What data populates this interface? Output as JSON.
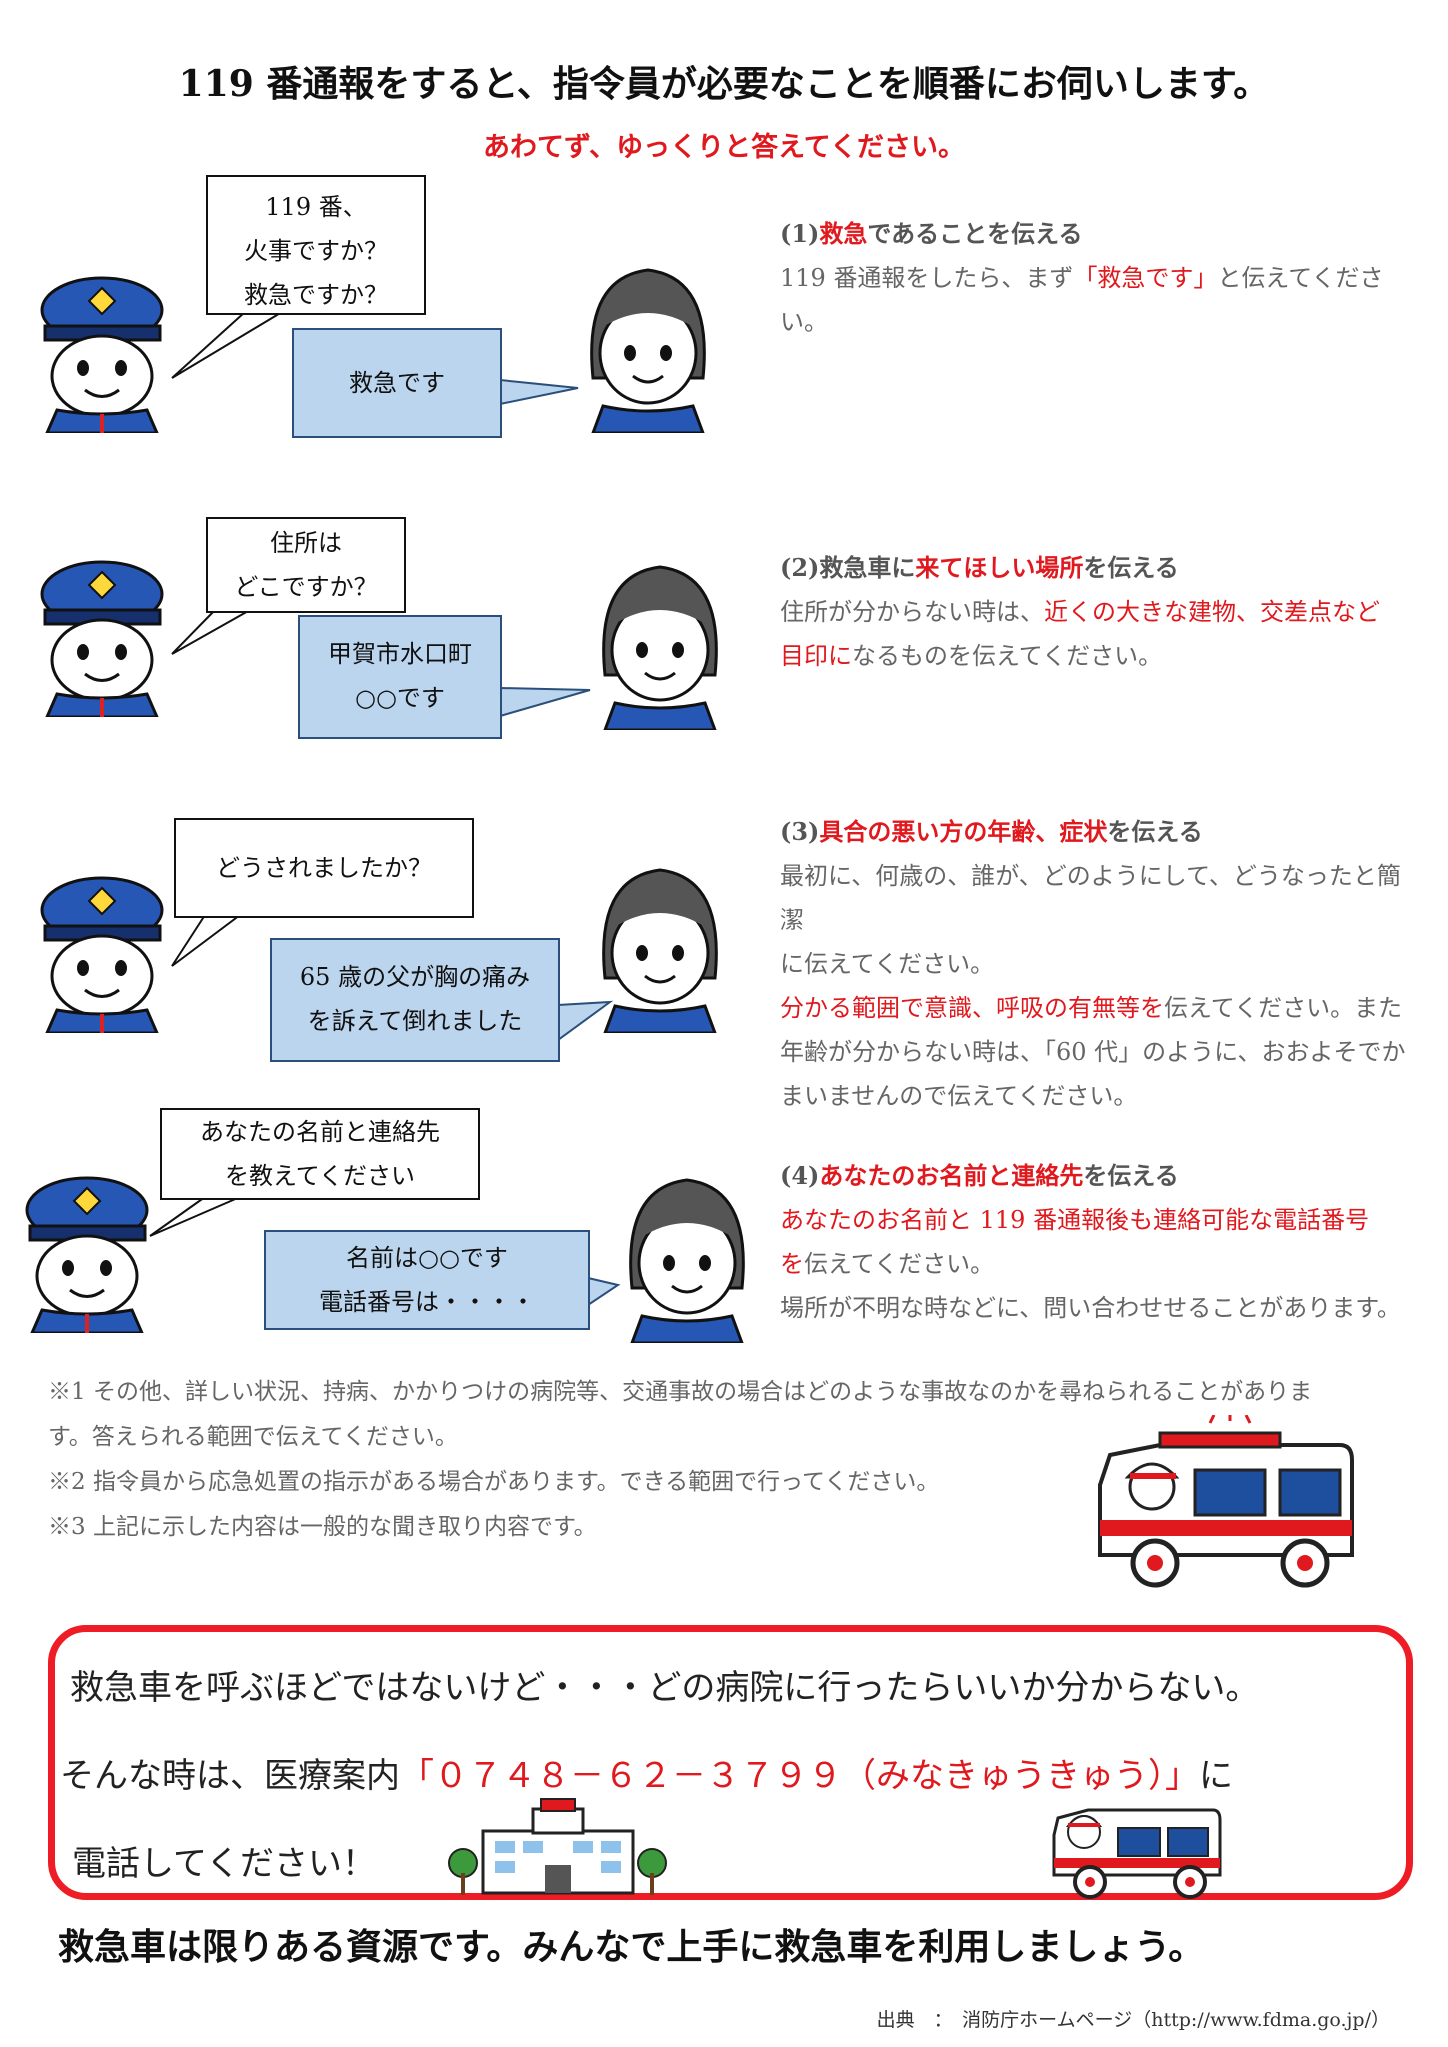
{
  "title": "119 番通報をすると、指令員が必要なことを順番にお伺いします。",
  "subtitle": "あわてず、ゆっくりと答えてください。",
  "dialogs": [
    {
      "dispatcher": [
        "119 番、",
        "火事ですか？",
        "救急ですか？"
      ],
      "caller": [
        "救急です"
      ]
    },
    {
      "dispatcher": [
        "住所は",
        "どこですか？"
      ],
      "caller": [
        "甲賀市水口町",
        "○○です"
      ]
    },
    {
      "dispatcher": [
        "どうされましたか？"
      ],
      "caller": [
        "65 歳の父が胸の痛み",
        "を訴えて倒れました"
      ]
    },
    {
      "dispatcher": [
        "あなたの名前と連絡先",
        "を教えてください"
      ],
      "caller": [
        "名前は○○です",
        "電話番号は・・・・"
      ]
    }
  ],
  "steps": {
    "s1": {
      "num": "(1)",
      "h_red": "救急",
      "h_rest": "であることを伝える",
      "t1": "119 番通報をしたら、まず",
      "t_red": "「救急です」",
      "t2": "と伝えてください。"
    },
    "s2": {
      "num": "(2)",
      "h_a": "救急車に",
      "h_red": "来てほしい場所",
      "h_rest": "を伝える",
      "t1": "住所が分からない時は、",
      "t_red1": "近くの大きな建物、交差点など",
      "t_red2": "目印に",
      "t2": "なるものを伝えてください。"
    },
    "s3": {
      "num": "(3)",
      "h_red": "具合の悪い方の年齢、症状",
      "h_rest": "を伝える",
      "t1": "最初に、何歳の、誰が、どのようにして、どうなったと簡潔",
      "t2": "に伝えてください。",
      "t_red": "分かる範囲で意識、呼吸の有無等を",
      "t3": "伝えてください。また",
      "t4": "年齢が分からない時は、「60 代」のように、おおよそでか",
      "t5": "まいませんので伝えてください。"
    },
    "s4": {
      "num": "(4)",
      "h_red": "あなたのお名前と連絡先",
      "h_rest": "を伝える",
      "t_red1": "あなたのお名前と 119 番通報後も連絡可能な電話番号",
      "t_red2": "を",
      "t1": "伝えてください。",
      "t2": "場所が不明な時などに、問い合わせせることがあります。"
    }
  },
  "notes": [
    "※1 その他、詳しい状況、持病、かかりつけの病院等、交通事故の場合はどのような事故なのかを尋ねられることがありま",
    "す。答えられる範囲で伝えてください。",
    "※2 指令員から応急処置の指示がある場合があります。できる範囲で行ってください。",
    "※3 上記に示した内容は一般的な聞き取り内容です。"
  ],
  "callout": {
    "line1": "救急車を呼ぶほどではないけど・・・どの病院に行ったらいいか分からない。",
    "line2_a": "そんな時は、医療案内",
    "line2_red": "「０７４８－６２－３７９９（みなきゅうきゅう）」",
    "line2_b": "に",
    "line3": "電話してください！"
  },
  "bottom_message": "救急車は限りある資源です。みんなで上手に救急車を利用しましょう。",
  "source": "出典　：　消防庁ホームページ（http://www.fdma.go.jp/）",
  "colors": {
    "accent_red": "#e0191e",
    "bubble_blue": "#bcd5ee",
    "uniform_navy": "#1d3f8f"
  }
}
